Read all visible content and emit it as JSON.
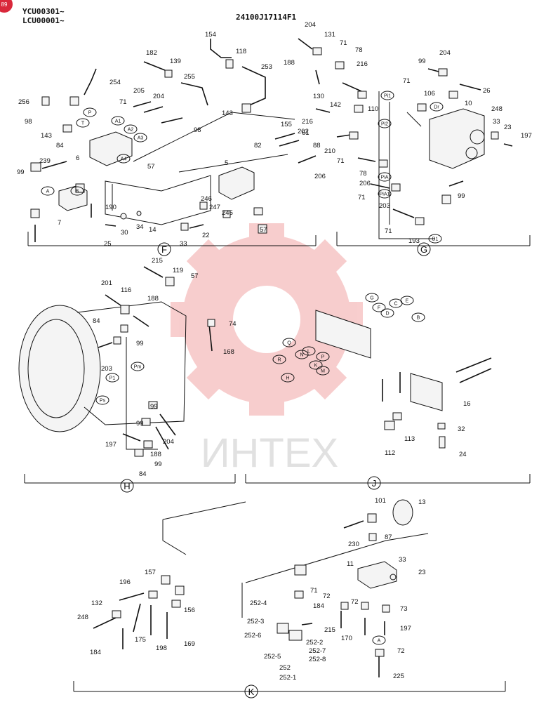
{
  "header": {
    "serial_line_1": "YCU00301~",
    "serial_line_2": "LCU00001~",
    "drawing_code": "24100J17114F1",
    "page_badge": "89"
  },
  "watermark": {
    "text": "ИНТЕХ",
    "color": "#f2a5a5"
  },
  "sections": [
    "F",
    "G",
    "H",
    "J",
    "K"
  ],
  "ports": [
    "P",
    "T",
    "A",
    "B",
    "A1",
    "A2",
    "A3",
    "A4",
    "Pi1",
    "Pi2",
    "PiA",
    "PiA1",
    "B1",
    "Dr",
    "Pm",
    "P1",
    "Ps",
    "A",
    "B",
    "C",
    "D",
    "E",
    "F",
    "G",
    "H",
    "K",
    "L",
    "M",
    "N",
    "P",
    "Q",
    "R"
  ],
  "part_numbers": {
    "F": [
      "182",
      "139",
      "154",
      "118",
      "253",
      "255",
      "254",
      "256",
      "98",
      "143",
      "84",
      "6",
      "205",
      "204",
      "71",
      "143",
      "98",
      "57",
      "239",
      "99",
      "190",
      "7",
      "14",
      "34",
      "30",
      "25",
      "33",
      "22",
      "246",
      "247",
      "245",
      "5",
      "82",
      "155",
      "202",
      "206",
      "57"
    ],
    "G": [
      "204",
      "131",
      "71",
      "78",
      "188",
      "216",
      "130",
      "142",
      "110",
      "216",
      "61",
      "88",
      "210",
      "71",
      "78",
      "206",
      "71",
      "203",
      "71",
      "193",
      "99",
      "204",
      "71",
      "106",
      "10",
      "248",
      "26",
      "33",
      "23",
      "197",
      "99"
    ],
    "H": [
      "215",
      "119",
      "57",
      "201",
      "116",
      "188",
      "84",
      "74",
      "99",
      "203",
      "168",
      "99",
      "99",
      "204",
      "197",
      "188",
      "99",
      "84"
    ],
    "J": [
      "16",
      "32",
      "24",
      "112",
      "113"
    ],
    "K": [
      "101",
      "13",
      "87",
      "230",
      "11",
      "33",
      "23",
      "71",
      "184",
      "72",
      "72",
      "73",
      "215",
      "170",
      "197",
      "72",
      "225",
      "157",
      "196",
      "132",
      "156",
      "248",
      "175",
      "184",
      "198",
      "169",
      "252-4",
      "252-3",
      "252-6",
      "252-2",
      "252-7",
      "252-8",
      "252-5",
      "252",
      "252-1"
    ]
  }
}
